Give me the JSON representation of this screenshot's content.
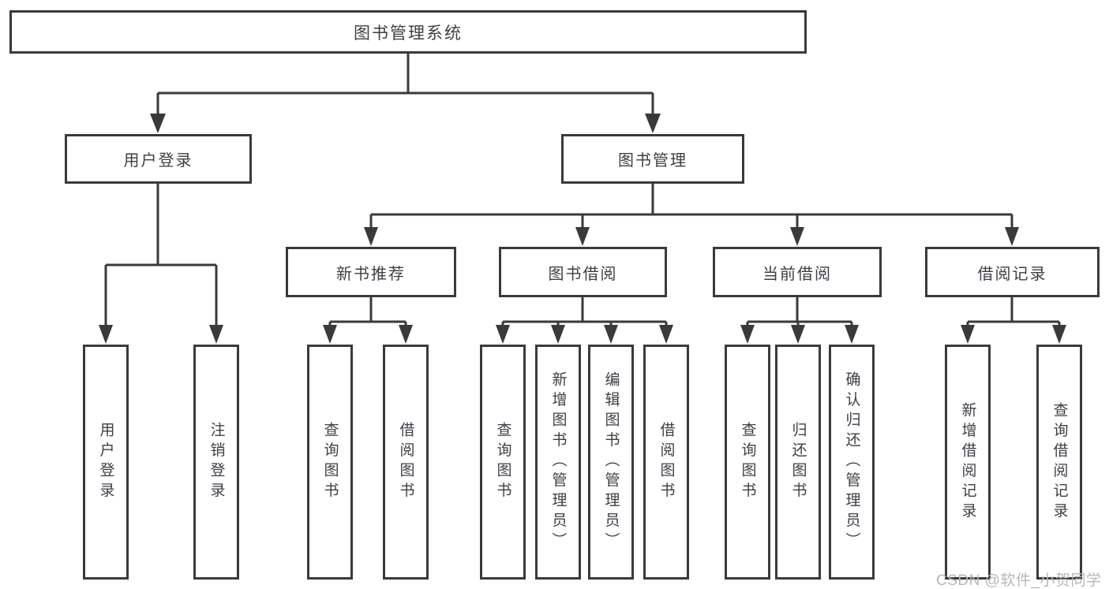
{
  "diagram": {
    "type": "hierarchy-tree",
    "root": {
      "label": "图书管理系统"
    },
    "level2": [
      {
        "label": "用户登录"
      },
      {
        "label": "图书管理"
      }
    ],
    "level3": [
      {
        "label": "新书推荐",
        "parent": "图书管理"
      },
      {
        "label": "图书借阅",
        "parent": "图书管理"
      },
      {
        "label": "当前借阅",
        "parent": "图书管理"
      },
      {
        "label": "借阅记录",
        "parent": "图书管理"
      }
    ],
    "leaves": [
      {
        "label": "用户登录",
        "parent": "用户登录"
      },
      {
        "label": "注销登录",
        "parent": "用户登录"
      },
      {
        "label": "查询图书",
        "parent": "新书推荐"
      },
      {
        "label": "借阅图书",
        "parent": "新书推荐"
      },
      {
        "label": "查询图书",
        "parent": "图书借阅"
      },
      {
        "label": "新增图书（管理员）",
        "parent": "图书借阅"
      },
      {
        "label": "编辑图书（管理员）",
        "parent": "图书借阅"
      },
      {
        "label": "借阅图书",
        "parent": "图书借阅"
      },
      {
        "label": "查询图书",
        "parent": "当前借阅"
      },
      {
        "label": "归还图书",
        "parent": "当前借阅"
      },
      {
        "label": "确认归还（管理员）",
        "parent": "当前借阅"
      },
      {
        "label": "新增借阅记录",
        "parent": "借阅记录"
      },
      {
        "label": "查询借阅记录",
        "parent": "借阅记录"
      }
    ],
    "watermark": "CSDN @软件_小贺同学",
    "colors": {
      "line": "#3a3a3a",
      "text": "#3e3e46",
      "watermark": "#b4b8bc",
      "background": "#ffffff"
    }
  }
}
